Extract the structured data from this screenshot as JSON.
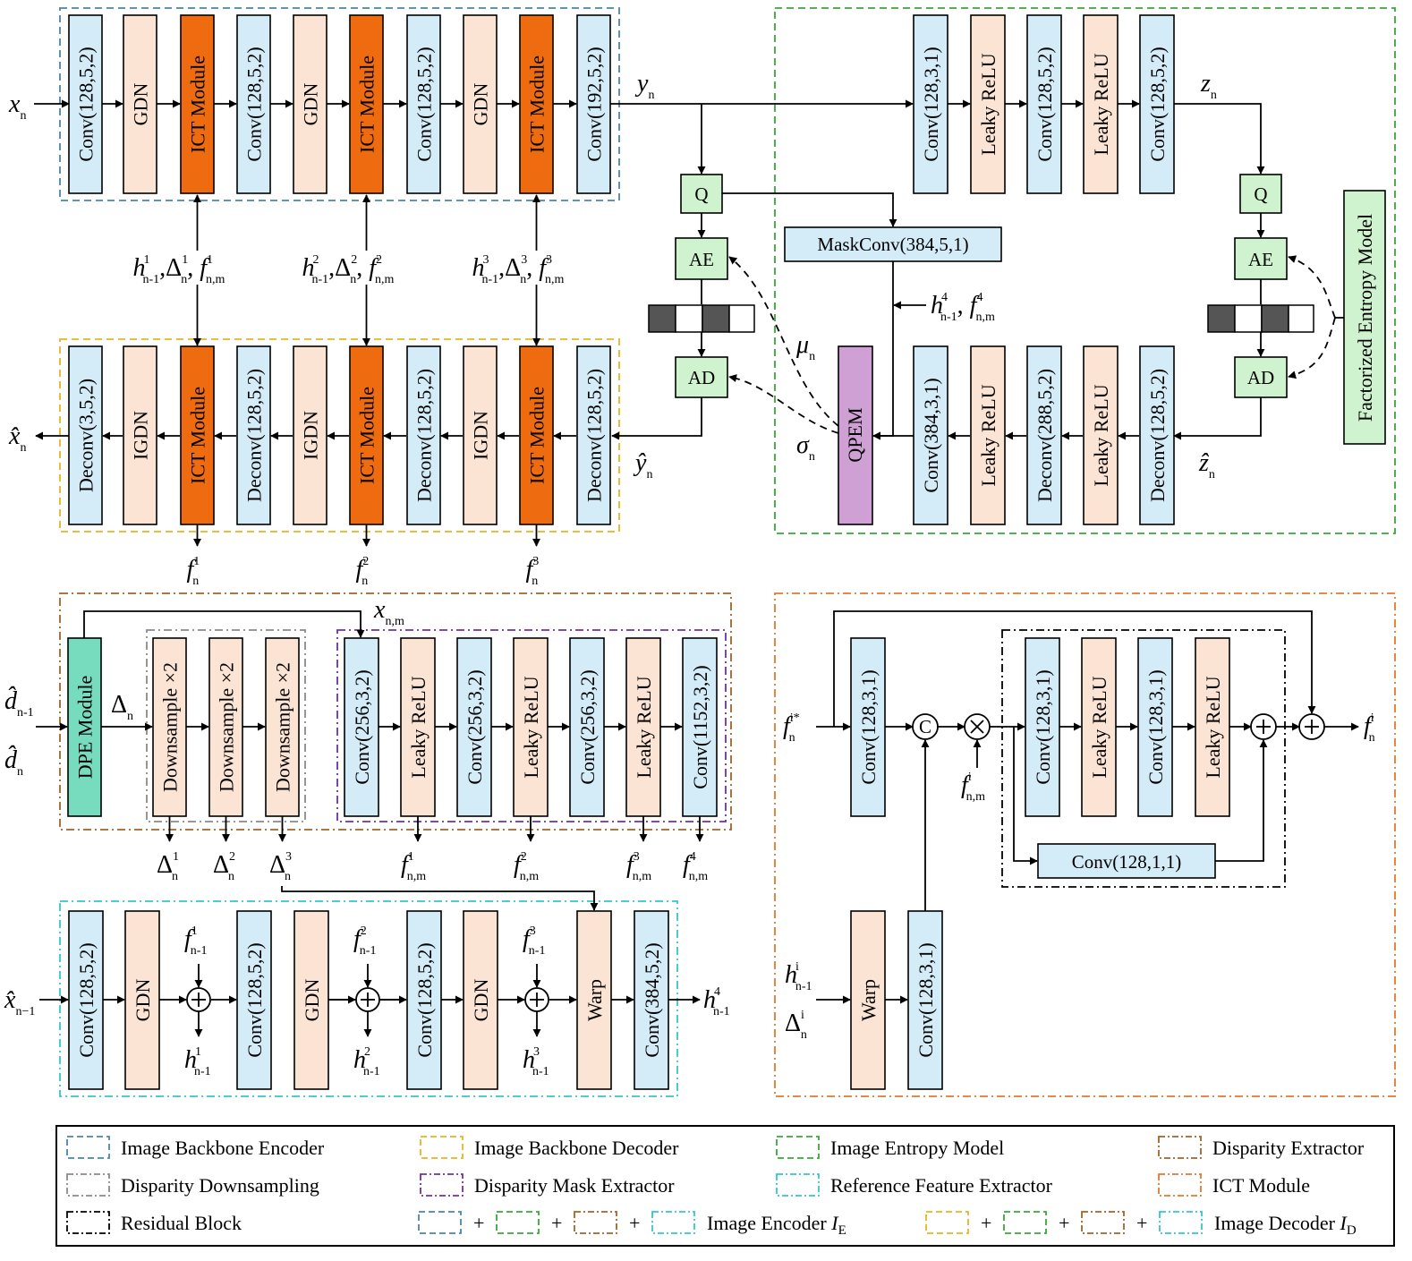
{
  "colors": {
    "encoder_frame": "#4a86a8",
    "decoder_frame": "#e6b422",
    "entropy_frame": "#3aa63a",
    "disparity_frame": "#a0642a",
    "downsampling_frame": "#8a8a8a",
    "mask_frame": "#7030a0",
    "reference_frame": "#33c6cc",
    "ict_frame": "#e07a2e",
    "residual_frame": "#000000",
    "conv_fill": "#d3ecf8",
    "gdn_fill": "#fce4d4",
    "ict_fill": "#ee6c0f",
    "quant_fill": "#cff3cf",
    "qpem_fill": "#cfa0d4",
    "dpe_fill": "#77dcbe"
  },
  "encoder": {
    "blocks": [
      "Conv(128,5,2)",
      "GDN",
      "ICT Module",
      "Conv(128,5,2)",
      "GDN",
      "ICT Module",
      "Conv(128,5,2)",
      "GDN",
      "ICT Module",
      "Conv(192,5,2)"
    ]
  },
  "decoder": {
    "blocks": [
      "Deconv(3,5,2)",
      "IGDN",
      "ICT Module",
      "Deconv(128,5,2)",
      "IGDN",
      "ICT Module",
      "Deconv(128,5,2)",
      "IGDN",
      "ICT Module",
      "Deconv(128,5,2)"
    ]
  },
  "hyper_encoder": {
    "blocks": [
      "Conv(128,3,1)",
      "Leaky ReLU",
      "Conv(128,5,2)",
      "Leaky ReLU",
      "Conv(128,5,2)"
    ]
  },
  "hyper_decoder": {
    "blocks": [
      "Conv(384,3,1)",
      "Leaky ReLU",
      "Deconv(288,5,2)",
      "Leaky ReLU",
      "Deconv(128,5,2)"
    ]
  },
  "entropy": {
    "q": "Q",
    "ae": "AE",
    "ad": "AD",
    "maskconv": "MaskConv(384,5,1)",
    "qpem": "QPEM",
    "factorized": "Factorized Entropy Model"
  },
  "disparity": {
    "dpe": "DPE Module",
    "downsample": [
      "Downsample ×2",
      "Downsample ×2",
      "Downsample ×2"
    ],
    "mask_blocks": [
      "Conv(256,3,2)",
      "Leaky ReLU",
      "Conv(256,3,2)",
      "Leaky ReLU",
      "Conv(256,3,2)",
      "Leaky ReLU",
      "Conv(1152,3,2)"
    ]
  },
  "reference": {
    "blocks": [
      "Conv(128,5,2)",
      "GDN",
      "Conv(128,5,2)",
      "GDN",
      "Conv(128,5,2)",
      "GDN",
      "Warp",
      "Conv(384,5,2)"
    ]
  },
  "ict": {
    "conv_in": "Conv(128,3,1)",
    "concat": "C",
    "residual": [
      "Conv(128,3,1)",
      "Leaky ReLU",
      "Conv(128,3,1)",
      "Leaky ReLU"
    ],
    "skip": "Conv(128,1,1)",
    "warp": "Warp",
    "warp_conv": "Conv(128,3,1)"
  },
  "legend": [
    "Image Backbone Encoder",
    "Image Backbone Decoder",
    "Image Entropy Model",
    "Disparity Extractor",
    "Disparity Downsampling",
    "Disparity Mask Extractor",
    "Reference Feature Extractor",
    "ICT Module",
    "Residual Block"
  ],
  "legend_composite": {
    "plus": "+",
    "encoder_label": "Image Encoder ",
    "encoder_symbol": "I",
    "encoder_sub": "E",
    "decoder_label": "Image Decoder ",
    "decoder_symbol": "I",
    "decoder_sub": "D"
  }
}
